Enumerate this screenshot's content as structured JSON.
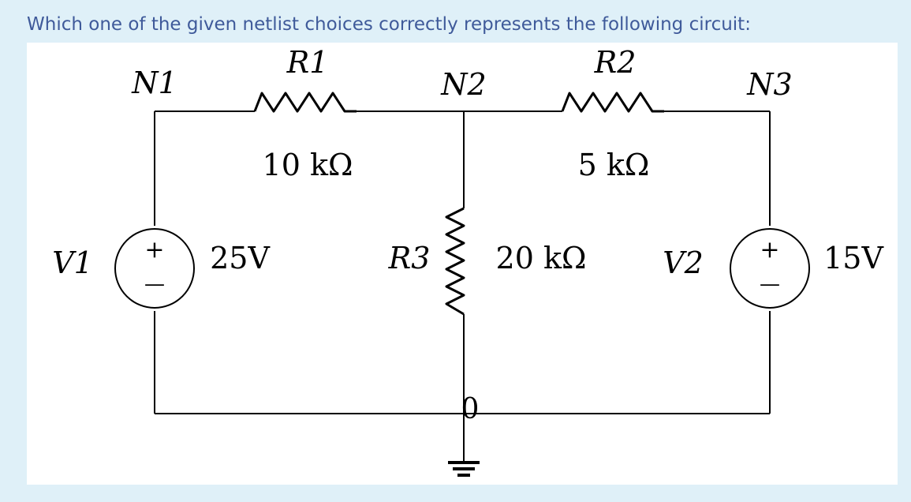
{
  "question": "Which one of the given netlist choices correctly represents the following circuit:",
  "circuit": {
    "nodes": {
      "n1": "N1",
      "n2": "N2",
      "n3": "N3",
      "ground": "0"
    },
    "resistors": {
      "r1": {
        "name": "R1",
        "value": "10 kΩ"
      },
      "r2": {
        "name": "R2",
        "value": "5 kΩ"
      },
      "r3": {
        "name": "R3",
        "value": "20 kΩ"
      }
    },
    "sources": {
      "v1": {
        "name": "V1",
        "value": "25V",
        "plus": "+",
        "minus": "—"
      },
      "v2": {
        "name": "V2",
        "value": "15V",
        "plus": "+",
        "minus": "—"
      }
    }
  }
}
